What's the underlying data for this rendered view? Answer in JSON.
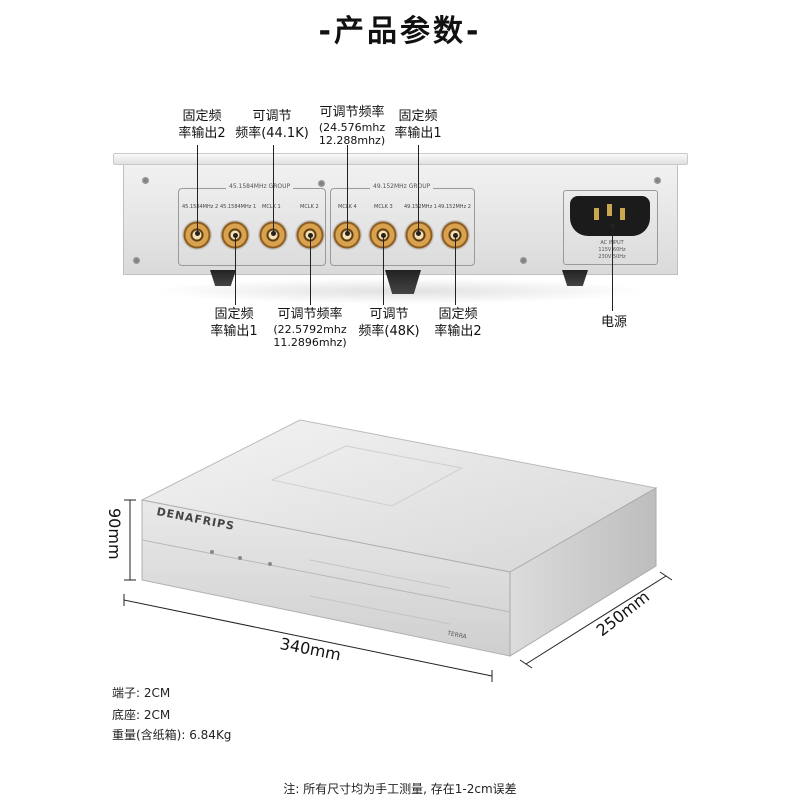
{
  "title": "-产品参数-",
  "back_panel": {
    "top_labels": [
      {
        "line1": "固定频",
        "line2": "率输出2",
        "extra": []
      },
      {
        "line1": "可调节",
        "line2": "频率(44.1K)",
        "extra": []
      },
      {
        "line1": "可调节频率",
        "line2": "",
        "extra": [
          "(24.576mhz",
          "12.288mhz)"
        ]
      },
      {
        "line1": "固定频",
        "line2": "率输出1",
        "extra": []
      }
    ],
    "bottom_labels": [
      {
        "line1": "固定频",
        "line2": "率输出1",
        "extra": []
      },
      {
        "line1": "可调节频率",
        "line2": "",
        "extra": [
          "(22.5792mhz",
          "11.2896mhz)"
        ]
      },
      {
        "line1": "可调节",
        "line2": "频率(48K)",
        "extra": []
      },
      {
        "line1": "固定频",
        "line2": "率输出2",
        "extra": []
      }
    ],
    "power_label": "电源",
    "group_left_caption": "45.1584MHz GROUP",
    "group_right_caption": "49.152MHz GROUP",
    "connector_labels": [
      "45.1584MHz 2",
      "45.1584MHz 1",
      "MCLK 1",
      "MCLK 2",
      "MCLK 4",
      "MCLK 3",
      "49.152MHz 1",
      "49.152MHz 2"
    ],
    "power_text": [
      "AC INPUT",
      "115V 60Hz",
      "230V 50Hz"
    ]
  },
  "device": {
    "brand": "DENAFRIPS",
    "model": "TERRA",
    "height_label": "90mm",
    "width_label": "340mm",
    "depth_label": "250mm"
  },
  "specs": [
    "端子: 2CM",
    "底座: 2CM",
    "重量(含纸箱): 6.84Kg"
  ],
  "note": "注: 所有尺寸均为手工测量, 存在1-2cm误差"
}
